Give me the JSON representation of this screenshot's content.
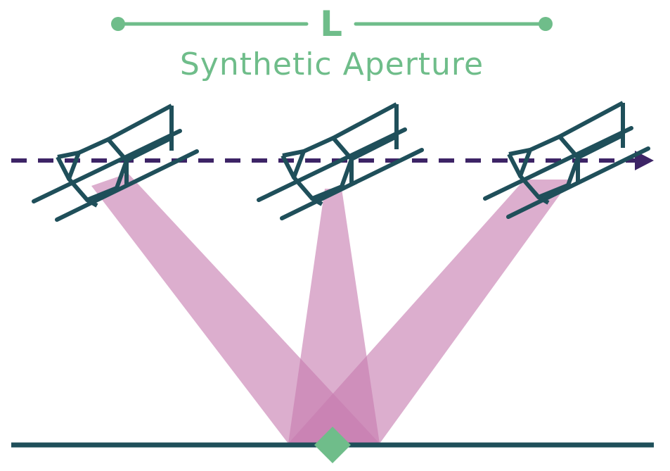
{
  "labels": {
    "length": "L",
    "aperture": "Synthetic Aperture"
  },
  "satellites": [
    {
      "name": "satellite-left"
    },
    {
      "name": "satellite-center"
    },
    {
      "name": "satellite-right"
    }
  ],
  "colors": {
    "green": "#6fbd8a",
    "satellite": "#1f4f5a",
    "beam": "#c77db0",
    "path": "#3d2466",
    "ground": "#1f4f5a",
    "target": "#6fbd8a"
  },
  "icons": {
    "satellite": "satellite-icon",
    "arrow": "arrow-right-icon",
    "target": "target-diamond-icon"
  }
}
